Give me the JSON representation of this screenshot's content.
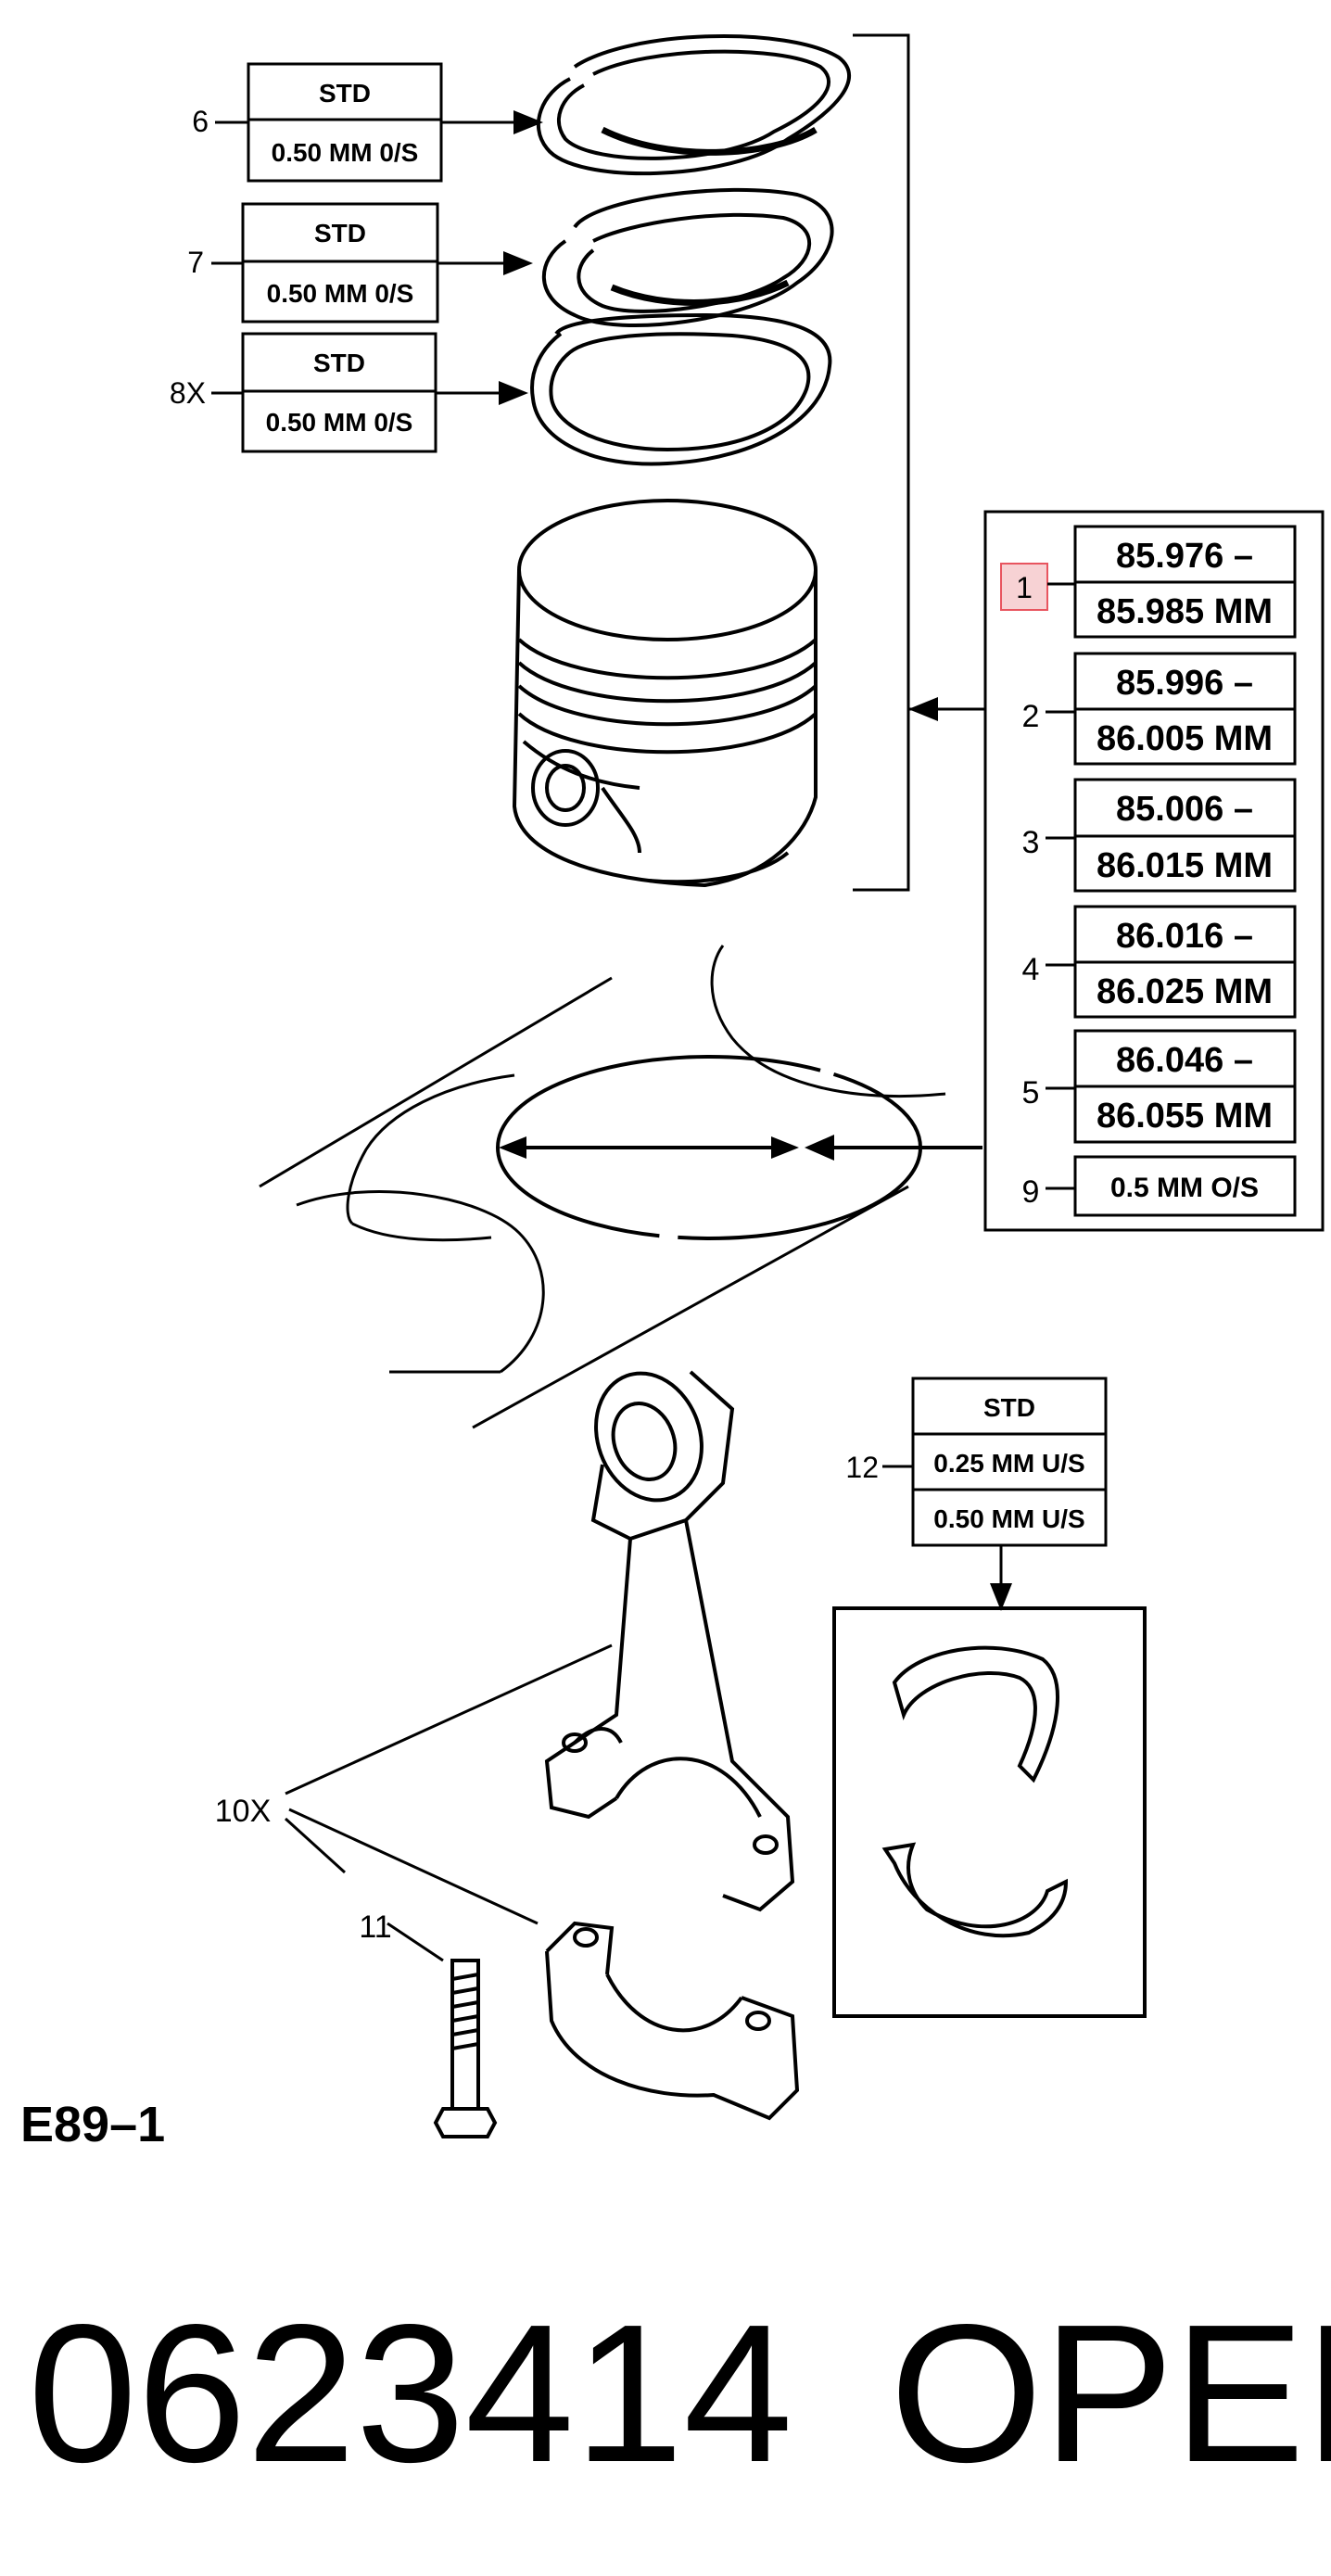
{
  "rings": [
    {
      "ref": "6",
      "sizes": [
        "STD",
        "0.50 MM 0/S"
      ]
    },
    {
      "ref": "7",
      "sizes": [
        "STD",
        "0.50 MM 0/S"
      ]
    },
    {
      "ref": "8X",
      "sizes": [
        "STD",
        "0.50 MM 0/S"
      ]
    }
  ],
  "pistons": [
    {
      "ref": "1",
      "range": [
        "85.976 –",
        "85.985 MM"
      ]
    },
    {
      "ref": "2",
      "range": [
        "85.996 –",
        "86.005 MM"
      ]
    },
    {
      "ref": "3",
      "range": [
        "85.006 –",
        "86.015 MM"
      ]
    },
    {
      "ref": "4",
      "range": [
        "86.016 –",
        "86.025 MM"
      ]
    },
    {
      "ref": "5",
      "range": [
        "86.046 –",
        "86.055 MM"
      ]
    },
    {
      "ref": "9",
      "range": [
        "0.5 MM O/S"
      ]
    }
  ],
  "bearing": {
    "ref": "12",
    "sizes": [
      "STD",
      "0.25 MM U/S",
      "0.50 MM U/S"
    ]
  },
  "rod": {
    "ref": "10X"
  },
  "bolt": {
    "ref": "11"
  },
  "figure_code": "E89–1",
  "part_number": "0623414",
  "brand": "OPEL",
  "highlight_color": "#f7d2d4"
}
